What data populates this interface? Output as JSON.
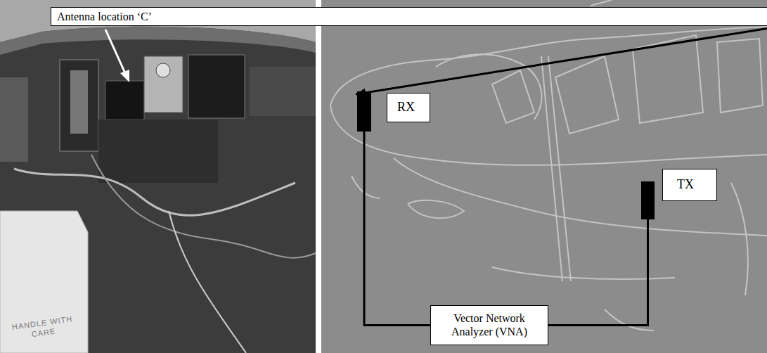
{
  "diagram": {
    "nodes": [
      {
        "text": [
          "Antenna location ‘C’"
        ]
      },
      {
        "text": [
          "RX"
        ]
      },
      {
        "text": [
          "TX"
        ]
      },
      {
        "text": [
          "Vector Network Analyzer (VNA)"
        ]
      }
    ],
    "edges": [
      {
        "from": 0,
        "to": 1,
        "arrow": "to"
      },
      {
        "from": 1,
        "to": 3,
        "arrow": "none"
      },
      {
        "from": 2,
        "to": 3,
        "arrow": "none"
      }
    ],
    "labels": [
      "HANDLE WITH CARE"
    ]
  }
}
